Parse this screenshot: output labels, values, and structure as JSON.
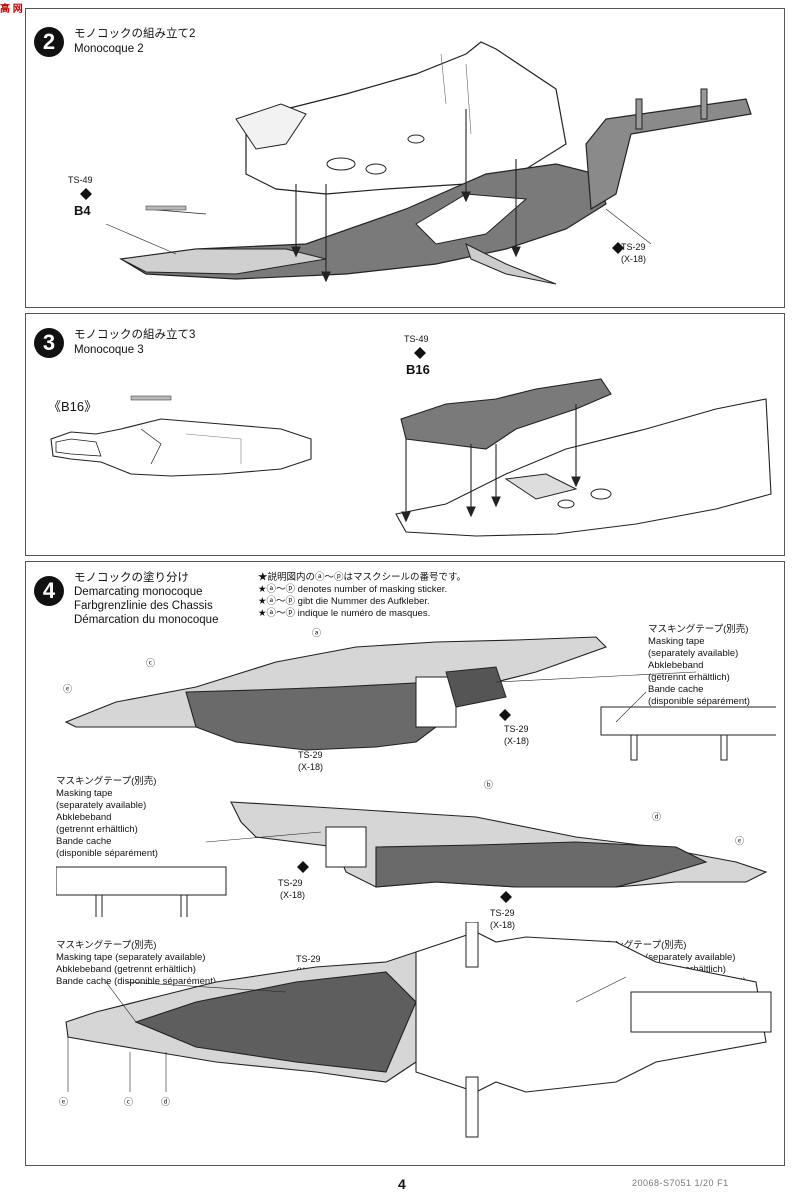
{
  "watermark": "高  网",
  "step2": {
    "number": "2",
    "title_jp": "モノコックの組み立て2",
    "title_en": "Monocoque 2",
    "paint1_name": "TS-49",
    "part": "B4",
    "paint2_name": "TS-29",
    "paint2_code": "(X-18)"
  },
  "step3": {
    "number": "3",
    "title_jp": "モノコックの組み立て3",
    "title_en": "Monocoque 3",
    "part_bracket": "《B16》",
    "paint_name": "TS-49",
    "part": "B16"
  },
  "step4": {
    "number": "4",
    "title_jp": "モノコックの塗り分け",
    "title_en": "Demarcating monocoque",
    "title_de": "Farbgrenzlinie des Chassis",
    "title_fr": "Démarcation du monocoque",
    "notes": [
      "★説明図内のⓐ〜ⓟはマスクシールの番号です。",
      "★ⓐ〜ⓟ denotes number of masking sticker.",
      "★ⓐ〜ⓟ gibt die Nummer des Aufkleber.",
      "★ⓐ〜ⓟ indique le numéro de masques."
    ],
    "masking_lines": [
      "マスキングテープ(別売)",
      "Masking tape",
      "(separately available)",
      "Abklebeband",
      "(getrennt erhältlich)",
      "Bande cache",
      "(disponible séparément)"
    ],
    "masking_short_lines": [
      "マスキングテープ(別売)",
      "Masking tape (separately available)",
      "Abklebeband (getrennt erhältlich)",
      "Bande cache (disponible séparément)"
    ],
    "paint_name": "TS-29",
    "paint_code": "(X-18)",
    "labels": {
      "a": "ⓐ",
      "b": "ⓑ",
      "c": "ⓒ",
      "d": "ⓓ",
      "e": "ⓔ"
    }
  },
  "page_number": "4",
  "footer_code": "20068-S7051 1/20 F1"
}
